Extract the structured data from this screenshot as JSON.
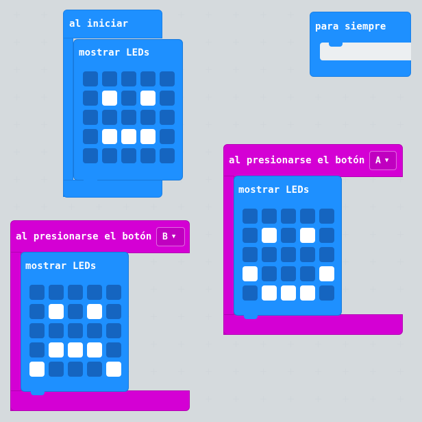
{
  "blocks": {
    "on_start": {
      "label": "al iniciar"
    },
    "forever": {
      "label": "para siempre"
    },
    "button_a": {
      "label": "al presionarse el botón",
      "button": "A"
    },
    "button_b": {
      "label": "al presionarse el botón",
      "button": "B"
    }
  },
  "show_leds_label": "mostrar LEDs",
  "led_patterns": {
    "on_start": [
      [
        0,
        0,
        0,
        0,
        0
      ],
      [
        0,
        1,
        0,
        1,
        0
      ],
      [
        0,
        0,
        0,
        0,
        0
      ],
      [
        0,
        1,
        1,
        1,
        0
      ],
      [
        0,
        0,
        0,
        0,
        0
      ]
    ],
    "button_a": [
      [
        0,
        0,
        0,
        0,
        0
      ],
      [
        0,
        1,
        0,
        1,
        0
      ],
      [
        0,
        0,
        0,
        0,
        0
      ],
      [
        1,
        0,
        0,
        0,
        1
      ],
      [
        0,
        1,
        1,
        1,
        0
      ]
    ],
    "button_b": [
      [
        0,
        0,
        0,
        0,
        0
      ],
      [
        0,
        1,
        0,
        1,
        0
      ],
      [
        0,
        0,
        0,
        0,
        0
      ],
      [
        0,
        1,
        1,
        1,
        0
      ],
      [
        1,
        0,
        0,
        0,
        1
      ]
    ]
  },
  "icons": {
    "dropdown": "caret-down-icon"
  },
  "colors": {
    "basic_blue": "#1e90ff",
    "input_magenta": "#d400d4",
    "led_off": "#1565c0",
    "led_on": "#ffffff",
    "workspace": "#eceff1"
  }
}
